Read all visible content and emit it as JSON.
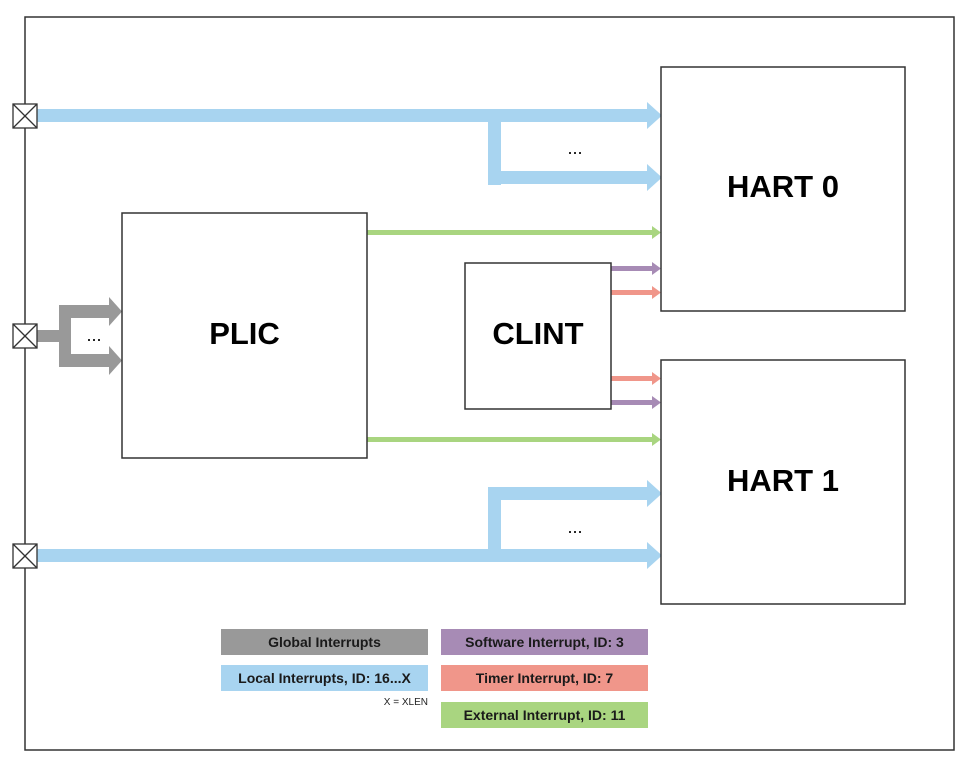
{
  "blocks": {
    "plic": "PLIC",
    "clint": "CLINT",
    "hart0": "HART 0",
    "hart1": "HART 1"
  },
  "ellipses": {
    "hart0_local": "...",
    "hart1_local": "...",
    "global": "..."
  },
  "legend": {
    "global": "Global Interrupts",
    "local": "Local Interrupts, ID: 16...X",
    "local_note": "X = XLEN",
    "software": "Software Interrupt, ID: 3",
    "timer": "Timer Interrupt, ID: 7",
    "external": "External Interrupt, ID: 11"
  },
  "colors": {
    "global": "#999999",
    "local": "#a8d4f0",
    "software": "#a78bb5",
    "timer": "#f0968a",
    "external": "#a9d580"
  }
}
